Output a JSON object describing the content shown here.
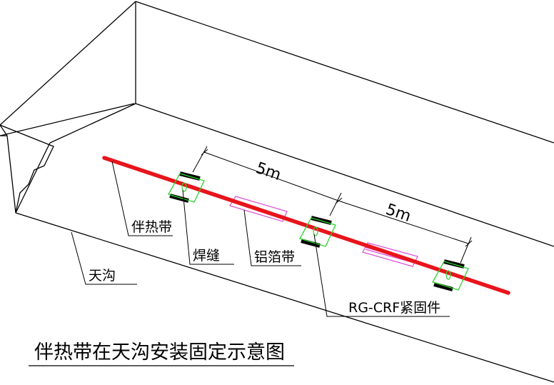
{
  "title": "伴热带在天沟安装固定示意图",
  "labels": {
    "heat_trace": "伴热带",
    "weld": "焊缝",
    "foil_tape": "铝箔带",
    "clamp": "RG-CRF紧固件",
    "gutter": "天沟"
  },
  "dimensions": {
    "spacing_1": "5m",
    "spacing_2": "5m"
  },
  "colors": {
    "heat_trace": "#e8141b",
    "clamp_outline": "#2bd42b",
    "foil_tape": "#d94fd9",
    "line": "#000000"
  }
}
